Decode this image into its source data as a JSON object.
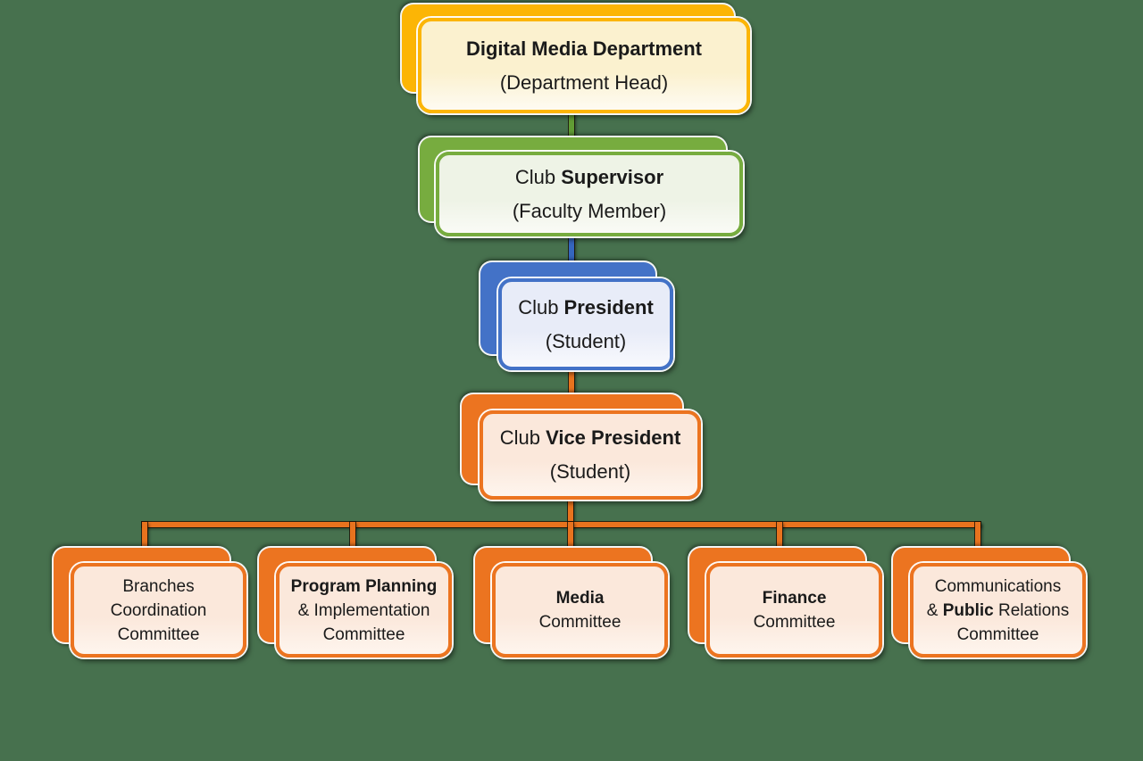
{
  "background": "#47714E",
  "palette": {
    "bg": "#47714E",
    "yellow": "#FCB505",
    "yellow-tint": "#FBF1CF",
    "green": "#77AC3F",
    "green-tint": "#EEF3E6",
    "blue": "#4372C7",
    "blue-tint": "#E8ECF8",
    "orange": "#EC7420",
    "orange-tint": "#FBE8DB",
    "line-green": "#619C34",
    "line-blue": "#3566BE",
    "line-orange": "#E8731E",
    "text": "#1A1A1A"
  },
  "nodes": [
    {
      "id": "department",
      "title_pre": "",
      "title_bold": "Digital Media Department",
      "subtitle": "(Department Head)",
      "color": "#FCB505"
    },
    {
      "id": "supervisor",
      "title_pre": "Club ",
      "title_bold": "Supervisor",
      "subtitle": "(Faculty Member)",
      "color": "#77AC3F"
    },
    {
      "id": "president",
      "title_pre": "Club ",
      "title_bold": "President",
      "subtitle": "(Student)",
      "color": "#4372C7"
    },
    {
      "id": "vice_president",
      "title_pre": "Club ",
      "title_bold": "Vice President",
      "subtitle": "(Student)",
      "color": "#EC7420"
    }
  ],
  "committees": [
    {
      "id": "branches_coordination",
      "color": "#EC7420",
      "lines": [
        {
          "pre": "Branches",
          "bold": "",
          "post": ""
        },
        {
          "pre": "Coordination",
          "bold": "",
          "post": ""
        },
        {
          "pre": "Committee",
          "bold": "",
          "post": ""
        }
      ]
    },
    {
      "id": "program_planning",
      "color": "#EC7420",
      "lines": [
        {
          "pre": "",
          "bold": "Program Planning",
          "post": ""
        },
        {
          "pre": "& Implementation",
          "bold": "",
          "post": ""
        },
        {
          "pre": "Committee",
          "bold": "",
          "post": ""
        }
      ]
    },
    {
      "id": "media",
      "color": "#EC7420",
      "lines": [
        {
          "pre": "",
          "bold": "Media",
          "post": ""
        },
        {
          "pre": "Committee",
          "bold": "",
          "post": ""
        }
      ]
    },
    {
      "id": "finance",
      "color": "#EC7420",
      "lines": [
        {
          "pre": "",
          "bold": "Finance",
          "post": ""
        },
        {
          "pre": "Committee",
          "bold": "",
          "post": ""
        }
      ]
    },
    {
      "id": "communications_pr",
      "color": "#EC7420",
      "lines": [
        {
          "pre": "Communications",
          "bold": "",
          "post": ""
        },
        {
          "pre": "& ",
          "bold": "Public",
          "post": " Relations"
        },
        {
          "pre": "Committee",
          "bold": "",
          "post": ""
        }
      ]
    }
  ]
}
